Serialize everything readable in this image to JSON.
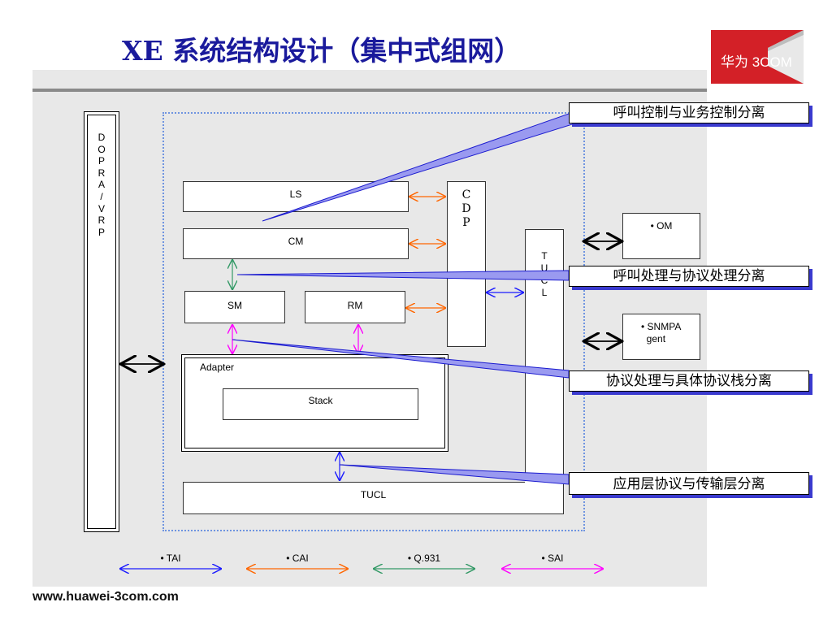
{
  "title": "XE 系统结构设计（集中式组网）",
  "logo": {
    "text": "华为 3COM",
    "color": "#c8191f"
  },
  "dopra_label": "D\nO\nP\nR\nA\n/\nV\nR\nP",
  "modules": {
    "ls": "LS",
    "cm": "CM",
    "sm": "SM",
    "rm": "RM",
    "cdp": "C\nD\nP",
    "tucl_v": "T\nU\nC\nL",
    "adapter": "Adapter",
    "stack": "Stack",
    "tucl_h": "TUCL",
    "om": "• OM",
    "snmp": "• SNMPA\n  gent"
  },
  "callouts": {
    "c1": "呼叫控制与业务控制分离",
    "c2": "呼叫处理与协议处理分离",
    "c3": "协议处理与具体协议栈分离",
    "c4": "应用层协议与传输层分离"
  },
  "legend": [
    {
      "label": "• TAI",
      "color": "#1a1aff"
    },
    {
      "label": "• CAI",
      "color": "#ff6600"
    },
    {
      "label": "• Q.931",
      "color": "#339966"
    },
    {
      "label": "• SAI",
      "color": "#ff00ff"
    }
  ],
  "footer": "www.huawei-3com.com",
  "colors": {
    "title": "#1a1a9c",
    "callout_shadow": "#3a3acf",
    "dotted_border": "#6f94e0"
  }
}
